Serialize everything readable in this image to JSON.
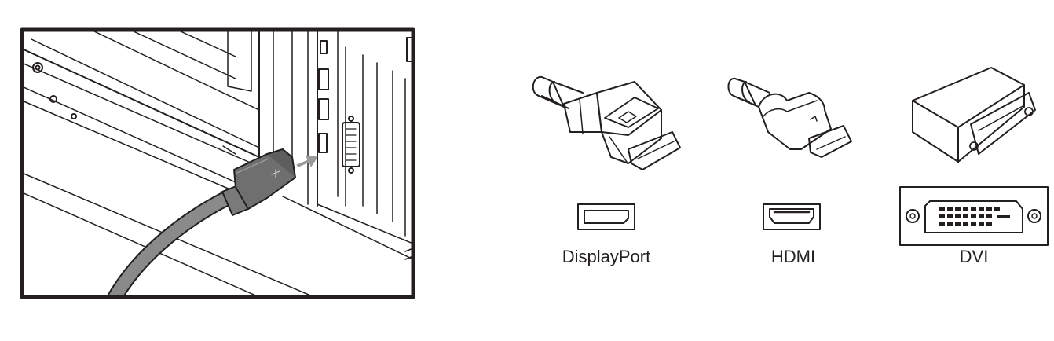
{
  "connectors": [
    {
      "label": "DisplayPort",
      "icon": "displayport-connector-icon",
      "port_icon": "displayport-port-icon"
    },
    {
      "label": "HDMI",
      "icon": "hdmi-connector-icon",
      "port_icon": "hdmi-port-icon"
    },
    {
      "label": "DVI",
      "icon": "dvi-connector-icon",
      "port_icon": "dvi-port-icon"
    }
  ],
  "illustration": {
    "icon": "cable-plugging-into-graphics-card-icon"
  },
  "colors": {
    "line": "#231f20",
    "cable": "#8a8a8a",
    "arrow": "#9a9a9a",
    "background": "#ffffff"
  }
}
